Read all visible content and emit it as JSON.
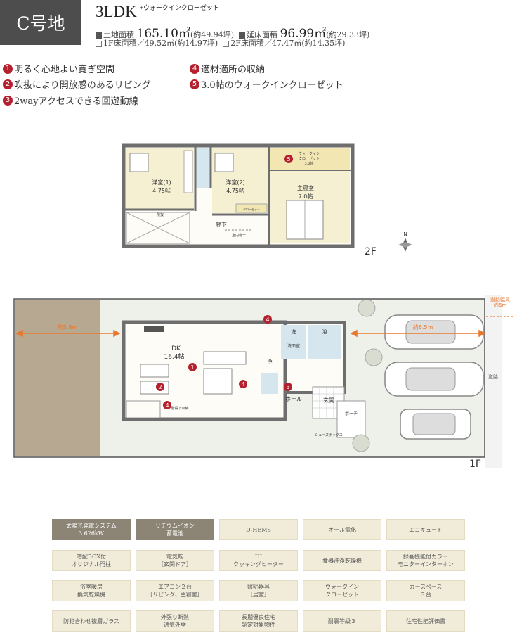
{
  "header": {
    "lot_label": "C号地",
    "plan": "3LDK",
    "plan_note": "+ウォークインクローゼット",
    "land_area_label": "土地面積",
    "land_area_value": "165.10㎡",
    "land_area_tsubo": "(約49.94坪)",
    "floor_area_label": "延床面積",
    "floor_area_value": "96.99㎡",
    "floor_area_tsubo": "(約29.33坪)",
    "floor1_area": "1F床面積／49.52㎡(約14.97坪)",
    "floor2_area": "2F床面積／47.47㎡(約14.35坪)"
  },
  "features": [
    {
      "num": "1",
      "text": "明るく心地よい寛ぎ空間"
    },
    {
      "num": "2",
      "text": "吹抜により開放感のあるリビング"
    },
    {
      "num": "3",
      "text": "2wayアクセスできる回遊動線"
    },
    {
      "num": "4",
      "text": "適材適所の収納"
    },
    {
      "num": "5",
      "text": "3.0帖のウォークインクローゼット"
    }
  ],
  "plan2f": {
    "floor_label": "2F",
    "room1_name": "洋室(1)",
    "room1_size": "4.75帖",
    "room2_name": "洋室(2)",
    "room2_size": "4.75帖",
    "master_name": "主寝室",
    "master_size": "7.0帖",
    "wic_name": "ウォークイン",
    "wic_name2": "クローゼット",
    "wic_size": "3.0帖",
    "corridor": "廊下",
    "void": "吹抜",
    "closet": "クローゼット",
    "indoor_dry": "室内物干",
    "compass": "N",
    "marker5": "5"
  },
  "plan1f": {
    "floor_label": "1F",
    "ldk_name": "LDK",
    "ldk_size": "16.4帖",
    "hall": "ホール",
    "entrance": "玄関",
    "wash": "洗",
    "washroom": "洗面室",
    "bath": "浴",
    "wc": "浄",
    "porch": "ポーチ",
    "shoe_storage": "シューズボックス",
    "storage": "階段下収納",
    "dist_left": "約5.8m",
    "dist_right": "約6.5m",
    "road_width_1": "道路幅員",
    "road_width_2": "約6m",
    "road": "道路",
    "markers": [
      "1",
      "2",
      "3",
      "4",
      "4",
      "4"
    ]
  },
  "tags": [
    {
      "text": "太陽光発電システム\n3.626kW",
      "active": true
    },
    {
      "text": "リチウムイオン\n蓄電池",
      "active": true
    },
    {
      "text": "D-HEMS",
      "active": false
    },
    {
      "text": "オール電化",
      "active": false
    },
    {
      "text": "エコキュート",
      "active": false
    },
    {
      "text": "宅配BOX付\nオリジナル門柱",
      "active": false
    },
    {
      "text": "電気錠\n［玄関ドア］",
      "active": false
    },
    {
      "text": "IH\nクッキングヒーター",
      "active": false
    },
    {
      "text": "食器洗浄乾燥機",
      "active": false
    },
    {
      "text": "録画機能付カラー\nモニターインターホン",
      "active": false
    },
    {
      "text": "浴室暖房\n換気乾燥機",
      "active": false
    },
    {
      "text": "エアコン２台\n［リビング、主寝室］",
      "active": false
    },
    {
      "text": "照明器具\n［居室］",
      "active": false
    },
    {
      "text": "ウォークイン\nクローゼット",
      "active": false
    },
    {
      "text": "カースペース\n３台",
      "active": false
    },
    {
      "text": "防犯合わせ複層ガラス",
      "active": false
    },
    {
      "text": "外張り断熱\n通気外壁",
      "active": false
    },
    {
      "text": "長期優良住宅\n認定対象物件",
      "active": false
    },
    {
      "text": "耐震等級３",
      "active": false
    },
    {
      "text": "住宅性能評価書",
      "active": false
    }
  ],
  "colors": {
    "accent_red": "#b5202e",
    "badge_gray": "#4d4d4d",
    "tag_bg": "#f1ecd9",
    "tag_active": "#8c8474",
    "wall": "#6e6e6e",
    "room_fill": "#f6f0d3",
    "bath_blue": "#d5e6ef",
    "arrow_orange": "#e8782d"
  }
}
